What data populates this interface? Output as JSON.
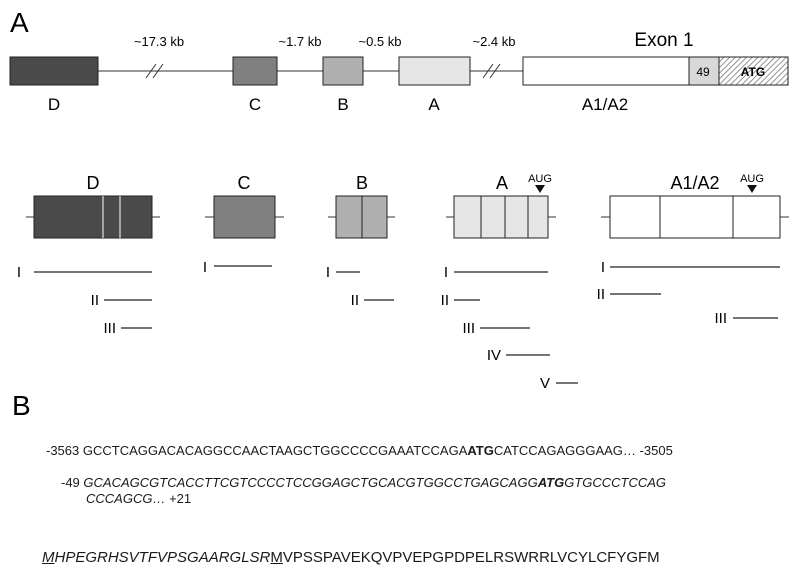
{
  "panel_a": {
    "label": "A",
    "gene": {
      "exon1_title": "Exon 1",
      "distances": [
        "~17.3 kb",
        "~1.7 kb",
        "~0.5 kb",
        "~2.4 kb"
      ],
      "exon_labels": [
        "D",
        "C",
        "B",
        "A",
        "A1/A2"
      ],
      "box_49": "49",
      "box_atg": "ATG"
    },
    "transcripts": {
      "titles": [
        "D",
        "C",
        "B",
        "A",
        "A1/A2"
      ],
      "aug": "AUG",
      "variant_labels": {
        "D": [
          "I",
          "II",
          "III"
        ],
        "C": [
          "I"
        ],
        "B": [
          "I",
          "II"
        ],
        "A": [
          "I",
          "II",
          "III",
          "IV",
          "V"
        ],
        "A1A2": [
          "I",
          "II",
          "III"
        ]
      }
    },
    "colors": {
      "D": "#4a4a4a",
      "C": "#808080",
      "B": "#b0b0b0",
      "A": "#e6e6e6",
      "A1A2": "#ffffff",
      "box49": "#d8d8d8"
    }
  },
  "panel_b": {
    "label": "B",
    "line1": {
      "start": "-3563",
      "seq_pre": "GCCTCAGGACACAGGCCAACTAAGCTGGCCCCGAAATCCAGA",
      "atg": "ATG",
      "seq_post": "CATCCAGAGGGAAG…",
      "end": "-3505"
    },
    "line2": {
      "start": "-49",
      "seq_pre": "GCACAGCGTCACCTTCGTCCCCTCCGGAGCTGCACGTGGCCTGAGCAGG",
      "atg": "ATG",
      "seq_post": "GTGCCCTCCAG"
    },
    "line3": {
      "seq": "CCCAGCG…",
      "end": "+21"
    },
    "protein": {
      "m1": "M",
      "italic": "HPEGRHSVTFVPSGAARGLSR",
      "m2": "M",
      "rest": "VPSSPAVEKQVPVEPGPDPELRSWRRLVCYLCFYGFM"
    }
  }
}
